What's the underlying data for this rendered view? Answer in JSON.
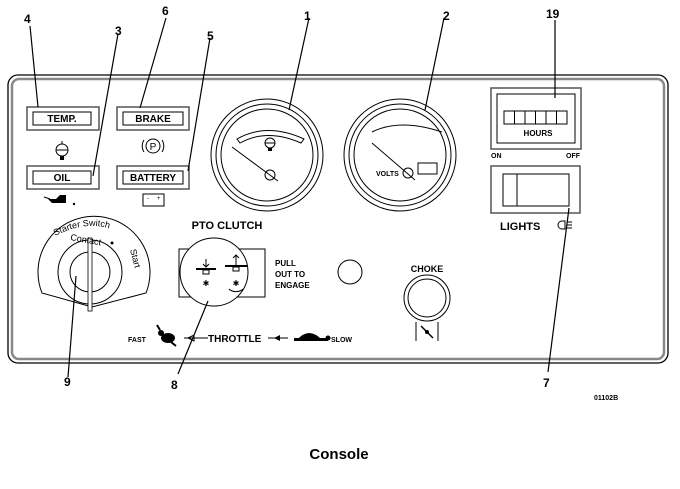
{
  "caption": "Console",
  "figure_code": "01102B",
  "callouts": [
    "1",
    "2",
    "3",
    "4",
    "5",
    "6",
    "7",
    "8",
    "9",
    "19"
  ],
  "lamps": {
    "temp": "TEMP.",
    "brake": "BRAKE",
    "oil": "OIL",
    "battery": "BATTERY"
  },
  "gauges": {
    "volts_label": "VOLTS"
  },
  "hour_meter": {
    "label": "HOURS",
    "digit_count": 6
  },
  "light_switch": {
    "on_label": "ON",
    "off_label": "OFF",
    "label": "LIGHTS"
  },
  "ignition": {
    "arc_label": "Starter Switch",
    "contact_label": "Contact",
    "start_label": "Start"
  },
  "pto": {
    "title": "PTO CLUTCH",
    "instruction_lines": [
      "PULL",
      "OUT TO",
      "ENGAGE"
    ]
  },
  "choke": {
    "label": "CHOKE"
  },
  "throttle": {
    "fast_label": "FAST",
    "label": "THROTTLE",
    "slow_label": "SLOW"
  }
}
